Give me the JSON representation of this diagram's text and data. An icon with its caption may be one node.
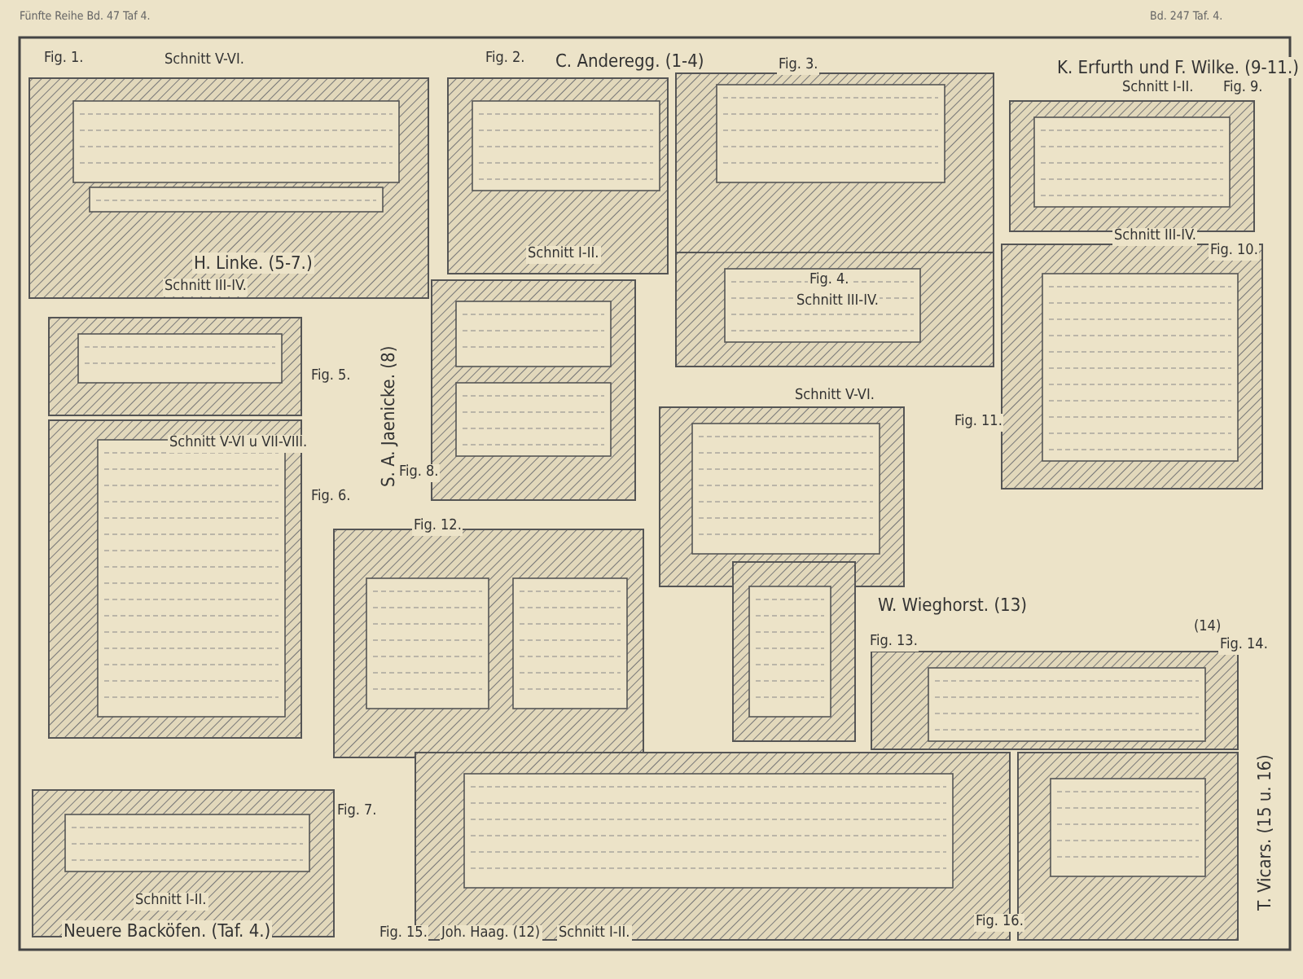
{
  "diagram": {
    "labels": [
      "Fünfte Reihe Bd. 47 Taf 4.",
      "Bd. 247 Taf. 4.",
      "Fig. 1.",
      "Schnitt V-VI.",
      "Fig. 2.",
      "C. Anderegg. (1-4)",
      "Fig. 3.",
      "K. Erfurth und F. Wilke. (9-11.)",
      "Schnitt I-II.",
      "Fig. 9.",
      "H. Linke. (5-7.)",
      "Schnitt I-II.",
      "Schnitt III-IV.",
      "Fig. 10.",
      "Fig. 4.",
      "Schnitt III-IV.",
      "Schnitt III-IV.",
      "Fig. 5.",
      "S. A. Jaenicke. (8)",
      "Schnitt V-VI.",
      "Fig. 8.",
      "Schnitt V-VI u VII-VIII.",
      "Fig. 6.",
      "Fig. 11.",
      "Fig. 12.",
      "W. Wieghorst. (13)",
      "(14)",
      "Fig. 13.",
      "Fig. 14.",
      "Fig. 7.",
      "Schnitt I-II.",
      "Neuere Backöfen. (Taf. 4.)",
      "Fig. 15.",
      "Joh. Haag. (12)",
      "Schnitt I-II.",
      "Fig. 16.",
      "T. Vicars. (15 u. 16)"
    ]
  }
}
